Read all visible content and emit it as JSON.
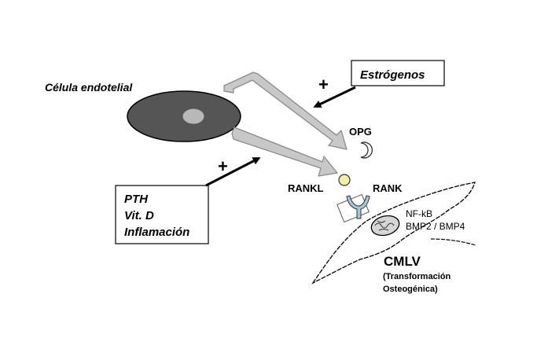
{
  "labels": {
    "endothelial_cell": "Célula endotelial",
    "estrogens": "Estrógenos",
    "plus_estrogens": "+",
    "opg": "OPG",
    "plus_factors": "+",
    "factors": [
      "PTH",
      "Vit. D",
      "Inflamación"
    ],
    "rankl": "RANKL",
    "rank": "RANK",
    "nfkb": "NF-kB",
    "bmp": "BMP2 / BMP4",
    "cmlv": "CMLV",
    "transformation_line1": "(Transformación",
    "transformation_line2": "Osteogénica)"
  },
  "colors": {
    "ellipse_fill": "#555555",
    "nucleus_fill": "#b8b8b8",
    "arrow_gray": "#c8c8c8",
    "rankl_ball": "#f3eeaa",
    "rank_receptor": "#a7c5d9"
  }
}
